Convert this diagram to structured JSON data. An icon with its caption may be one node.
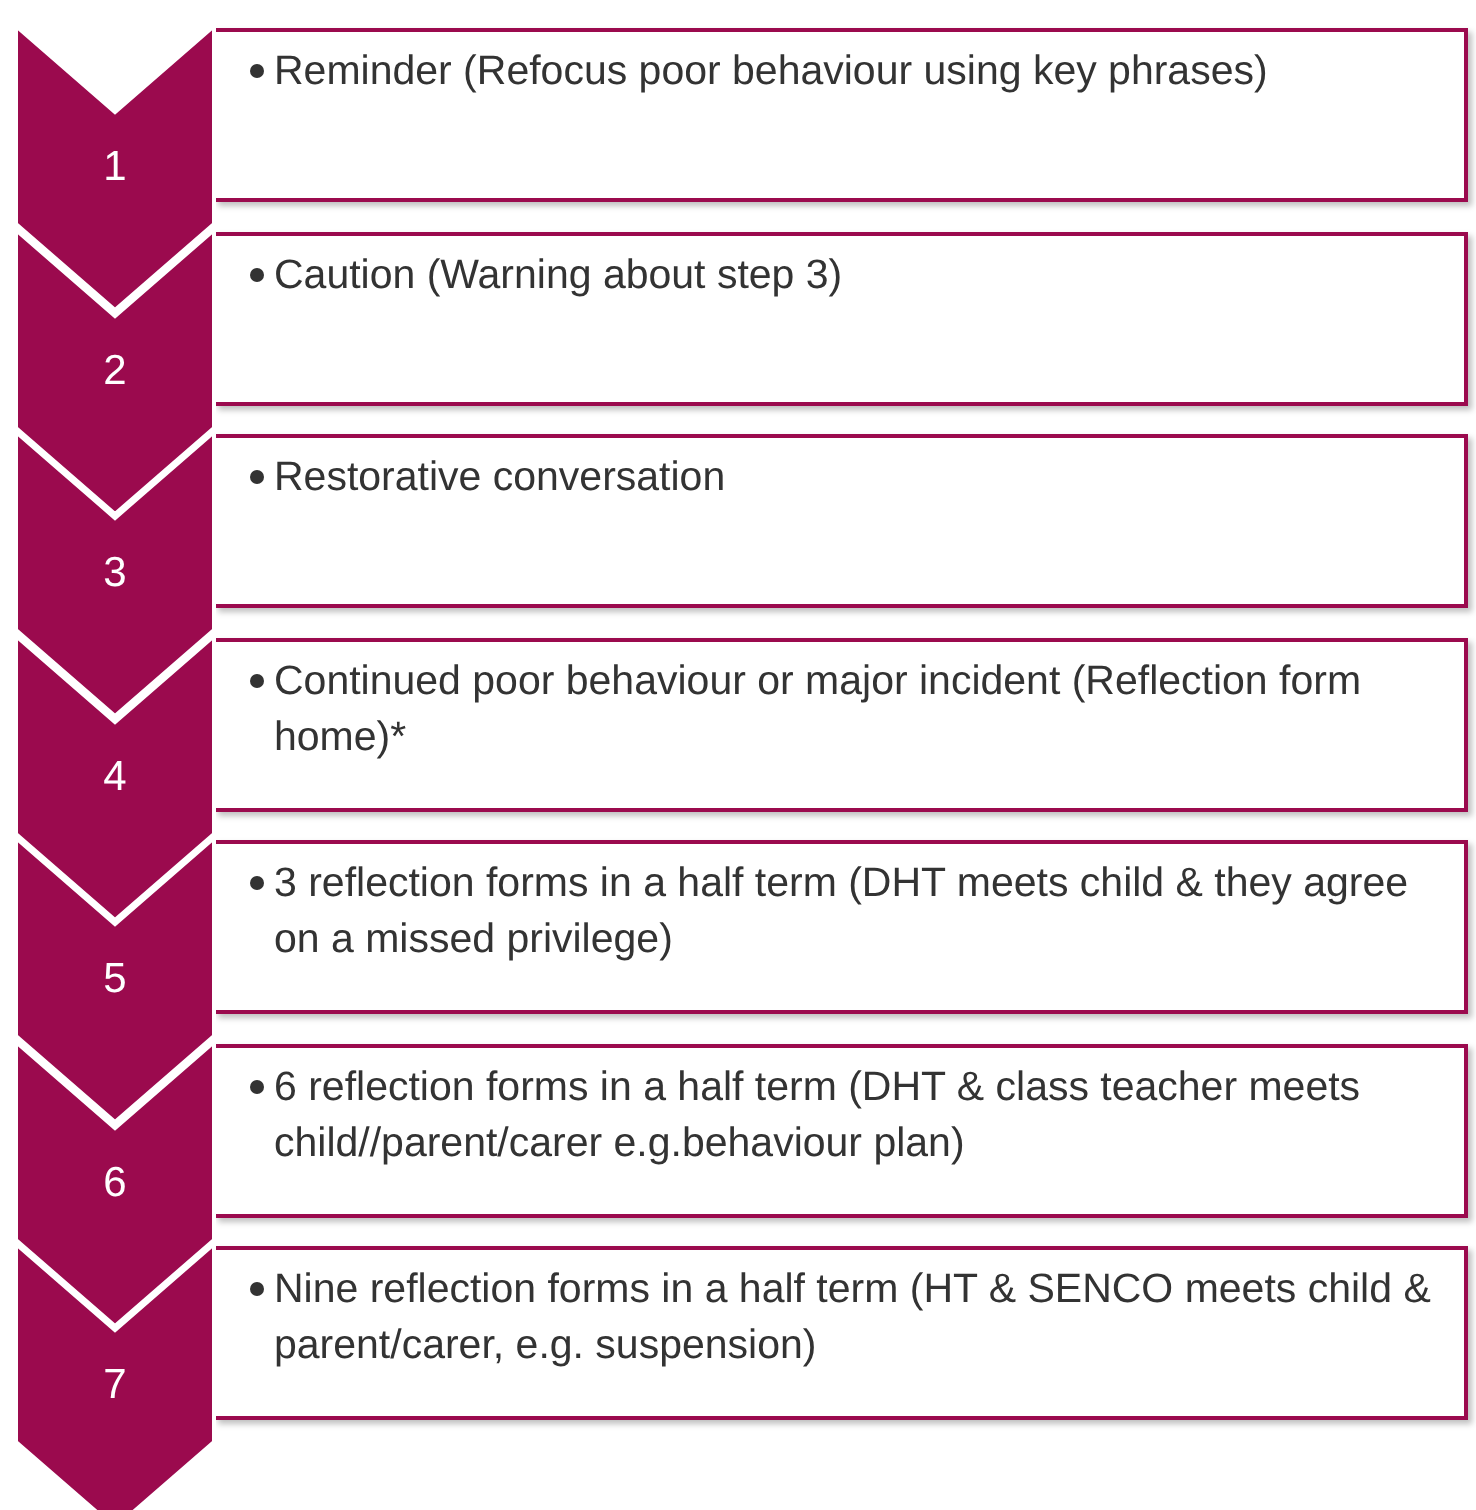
{
  "diagram": {
    "nodes": [
      {
        "text": [
          "1"
        ]
      },
      {
        "text": [
          "Reminder (Refocus poor behaviour using key phrases)"
        ]
      },
      {
        "text": [
          "2"
        ]
      },
      {
        "text": [
          "Caution (Warning about step 3)"
        ]
      },
      {
        "text": [
          "3"
        ]
      },
      {
        "text": [
          "Restorative conversation"
        ]
      },
      {
        "text": [
          "4"
        ]
      },
      {
        "text": [
          "Continued poor behaviour or major incident (Reflection form home)*"
        ]
      },
      {
        "text": [
          "5"
        ]
      },
      {
        "text": [
          "3 reflection forms in a half term (DHT meets child & they agree on a missed privilege)"
        ]
      },
      {
        "text": [
          "6"
        ]
      },
      {
        "text": [
          "6 reflection forms in a half term (DHT & class teacher meets child//parent/carer e.g.behaviour plan)"
        ]
      },
      {
        "text": [
          "7"
        ]
      },
      {
        "text": [
          "Nine reflection forms in a half term (HT & SENCO meets child & parent/carer, e.g. suspension)"
        ]
      }
    ]
  }
}
